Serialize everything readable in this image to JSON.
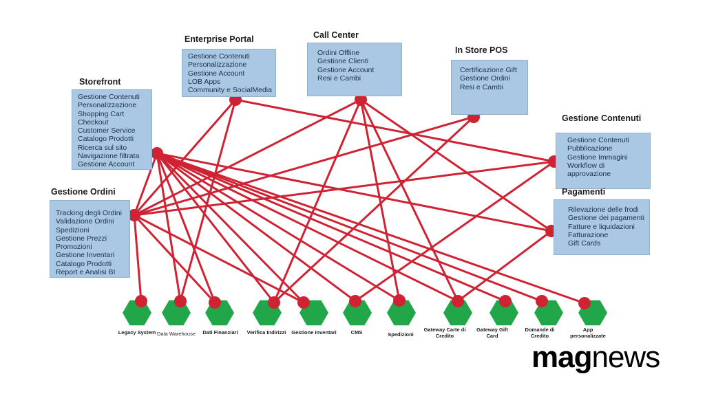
{
  "colors": {
    "wire": "#cf2233",
    "hexagon": "#21a74a",
    "box_fill": "#aac8e4"
  },
  "groups": [
    {
      "title": "Storefront",
      "items": [
        "Gestione Contenuti",
        "Personalizzazione",
        "Shopping Cart",
        "Checkout",
        "Customer Service",
        "Catalogo Prodotti",
        "Ricerca sul sito",
        "Navigazione filtrata",
        "Gestione Account"
      ]
    },
    {
      "title": "Enterprise Portal",
      "items": [
        "Gestione Contenuti",
        "Personalizzazione",
        "Gestione Account",
        "LOB Apps",
        "Community e SocialMedia"
      ]
    },
    {
      "title": "Call Center",
      "items": [
        "Ordini Offline",
        "Gestione Clienti",
        "Gestione Account",
        "Resi e Cambi"
      ]
    },
    {
      "title": "In Store POS",
      "items": [
        "Certificazione Gift",
        "Gestione Ordini",
        "Resi e Cambi"
      ]
    },
    {
      "title": "Gestione Contenuti",
      "items": [
        "Gestione Contenuti",
        "Pubblicazione",
        "Gestione Immagini",
        "Workflow di",
        "approvazione"
      ]
    },
    {
      "title": "Pagamenti",
      "items": [
        "Rilevazione delle frodi",
        "Gestione dei pagamenti",
        "Fatture e liquidazioni",
        "Fatturazione",
        "Gift Cards"
      ]
    },
    {
      "title": "Gestione Ordini",
      "items": [
        "Tracking degli Ordini",
        "Validazione Ordini",
        "Spedizioni",
        "Gestione Prezzi",
        "Promozioni",
        "Gestione Inventari",
        "Catalogo Prodotti",
        "Report e Analisi BI"
      ]
    }
  ],
  "systems": [
    {
      "label": "Legacy System"
    },
    {
      "label": "Data Warehouse"
    },
    {
      "label": "Dati Finanziari"
    },
    {
      "label": "Verifica Indirizzi"
    },
    {
      "label": "Gestione Inventari"
    },
    {
      "label": "CMS"
    },
    {
      "label": "Spedizioni"
    },
    {
      "label": "Gateway Carte di Credito"
    },
    {
      "label": "Gateway Gift Card"
    },
    {
      "label": "Domande di Credito"
    },
    {
      "label": "App personalizzate"
    }
  ],
  "connections": [
    [
      "storefront",
      "hub_ordini"
    ],
    [
      "storefront",
      "s1"
    ],
    [
      "storefront",
      "s2"
    ],
    [
      "storefront",
      "s3"
    ],
    [
      "storefront",
      "s4"
    ],
    [
      "storefront",
      "s5"
    ],
    [
      "storefront",
      "s6"
    ],
    [
      "storefront",
      "s7"
    ],
    [
      "storefront",
      "s8"
    ],
    [
      "storefront",
      "s9"
    ],
    [
      "storefront",
      "s10"
    ],
    [
      "storefront",
      "hub_pagamenti"
    ],
    [
      "portal",
      "hub_ordini"
    ],
    [
      "portal",
      "s1"
    ],
    [
      "portal",
      "hub_contenuti"
    ],
    [
      "portal",
      "hub_pos"
    ],
    [
      "callcenter",
      "hub_ordini"
    ],
    [
      "callcenter",
      "s3"
    ],
    [
      "callcenter",
      "s6"
    ],
    [
      "callcenter",
      "s7"
    ],
    [
      "callcenter",
      "hub_pagamenti"
    ],
    [
      "pos",
      "hub_ordini"
    ],
    [
      "pos",
      "s3"
    ],
    [
      "hub_contenuti",
      "hub_ordini"
    ],
    [
      "hub_contenuti",
      "s5"
    ],
    [
      "hub_pagamenti",
      "s7"
    ],
    [
      "hub_ordini",
      "s0"
    ],
    [
      "hub_ordini",
      "s2"
    ],
    [
      "hub_ordini",
      "s4"
    ]
  ],
  "logo": {
    "bold": "mag",
    "regular": "news"
  }
}
